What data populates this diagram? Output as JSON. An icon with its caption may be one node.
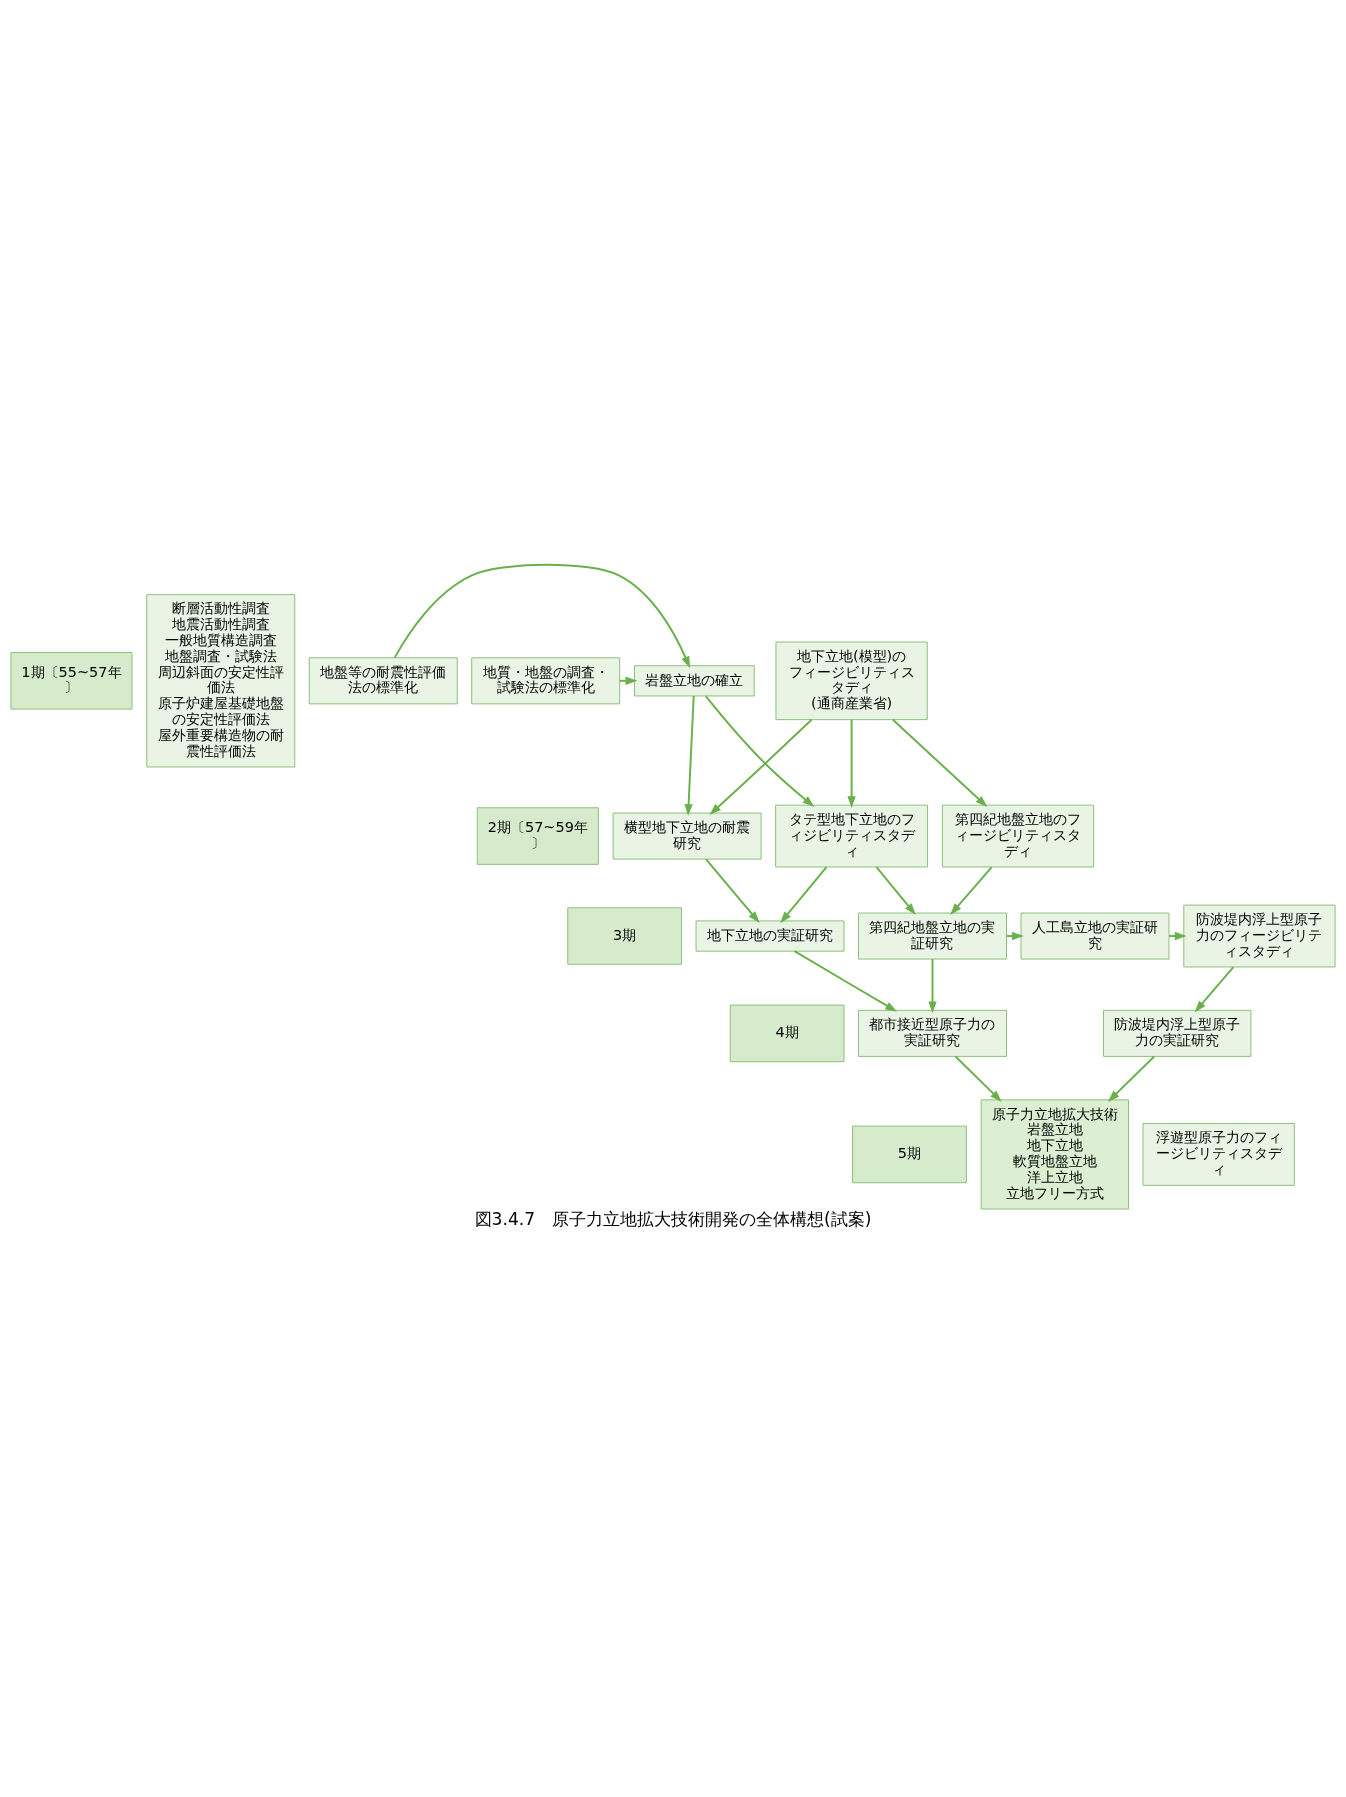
{
  "diagram": {
    "caption": "図3.4.7　原子力立地拡大技術開発の全体構想(試案)",
    "nodes": [
      {
        "text": [
          "1期〔55~57年〕"
        ]
      },
      {
        "text": [
          "2期〔57~59年〕"
        ]
      },
      {
        "text": [
          "3期"
        ]
      },
      {
        "text": [
          "4期"
        ]
      },
      {
        "text": [
          "5期"
        ]
      },
      {
        "text": [
          "断層活動性調査",
          "地震活動性調査",
          "一般地質構造調査",
          "地盤調査・試験法",
          "周辺斜面の安定性評価法",
          "原子炉建屋基礎地盤の安定性評価法",
          "屋外重要構造物の耐震性評価法"
        ]
      },
      {
        "text": [
          "岩盤立地の確立"
        ]
      },
      {
        "text": [
          "地質・地盤の調査・試験法の標準化"
        ]
      },
      {
        "text": [
          "地盤等の耐震性評価法の標準化"
        ]
      },
      {
        "text": [
          "地下立地(模型)のフィージビリティスタディ",
          "(通商産業省)"
        ]
      },
      {
        "text": [
          "横型地下立地の耐震研究"
        ]
      },
      {
        "text": [
          "タテ型地下立地のフィジビリティスタディ"
        ]
      },
      {
        "text": [
          "第四紀地盤立地のフィージビリティスタディ"
        ]
      },
      {
        "text": [
          "地下立地の実証研究"
        ]
      },
      {
        "text": [
          "第四紀地盤立地の実証研究"
        ]
      },
      {
        "text": [
          "人工島立地の実証研究"
        ]
      },
      {
        "text": [
          "防波堤内浮上型原子力のフィージビリティスタディ"
        ]
      },
      {
        "text": [
          "都市接近型原子力の実証研究"
        ]
      },
      {
        "text": [
          "防波堤内浮上型原子力の実証研究"
        ]
      },
      {
        "text": [
          "原子力立地拡大技術",
          "岩盤立地",
          "地下立地",
          "軟質地盤立地",
          "洋上立地",
          "立地フリー方式"
        ]
      },
      {
        "text": [
          "浮遊型原子力のフィージビリティスタディ"
        ]
      }
    ],
    "edges": [
      {
        "from": 7,
        "to": 6,
        "arrow": "to"
      },
      {
        "from": 8,
        "to": 6,
        "arrow": "to"
      },
      {
        "from": 6,
        "to": 10,
        "arrow": "to"
      },
      {
        "from": 6,
        "to": 11,
        "arrow": "to"
      },
      {
        "from": 9,
        "to": 10,
        "arrow": "to"
      },
      {
        "from": 9,
        "to": 11,
        "arrow": "to"
      },
      {
        "from": 9,
        "to": 12,
        "arrow": "to"
      },
      {
        "from": 10,
        "to": 13,
        "arrow": "to"
      },
      {
        "from": 11,
        "to": 13,
        "arrow": "to"
      },
      {
        "from": 11,
        "to": 14,
        "arrow": "to"
      },
      {
        "from": 12,
        "to": 14,
        "arrow": "to"
      },
      {
        "from": 14,
        "to": 15,
        "arrow": "to"
      },
      {
        "from": 15,
        "to": 16,
        "arrow": "to"
      },
      {
        "from": 13,
        "to": 17,
        "arrow": "to"
      },
      {
        "from": 14,
        "to": 17,
        "arrow": "to"
      },
      {
        "from": 16,
        "to": 18,
        "arrow": "to"
      },
      {
        "from": 17,
        "to": 19,
        "arrow": "to"
      },
      {
        "from": 18,
        "to": 19,
        "arrow": "to"
      }
    ]
  }
}
